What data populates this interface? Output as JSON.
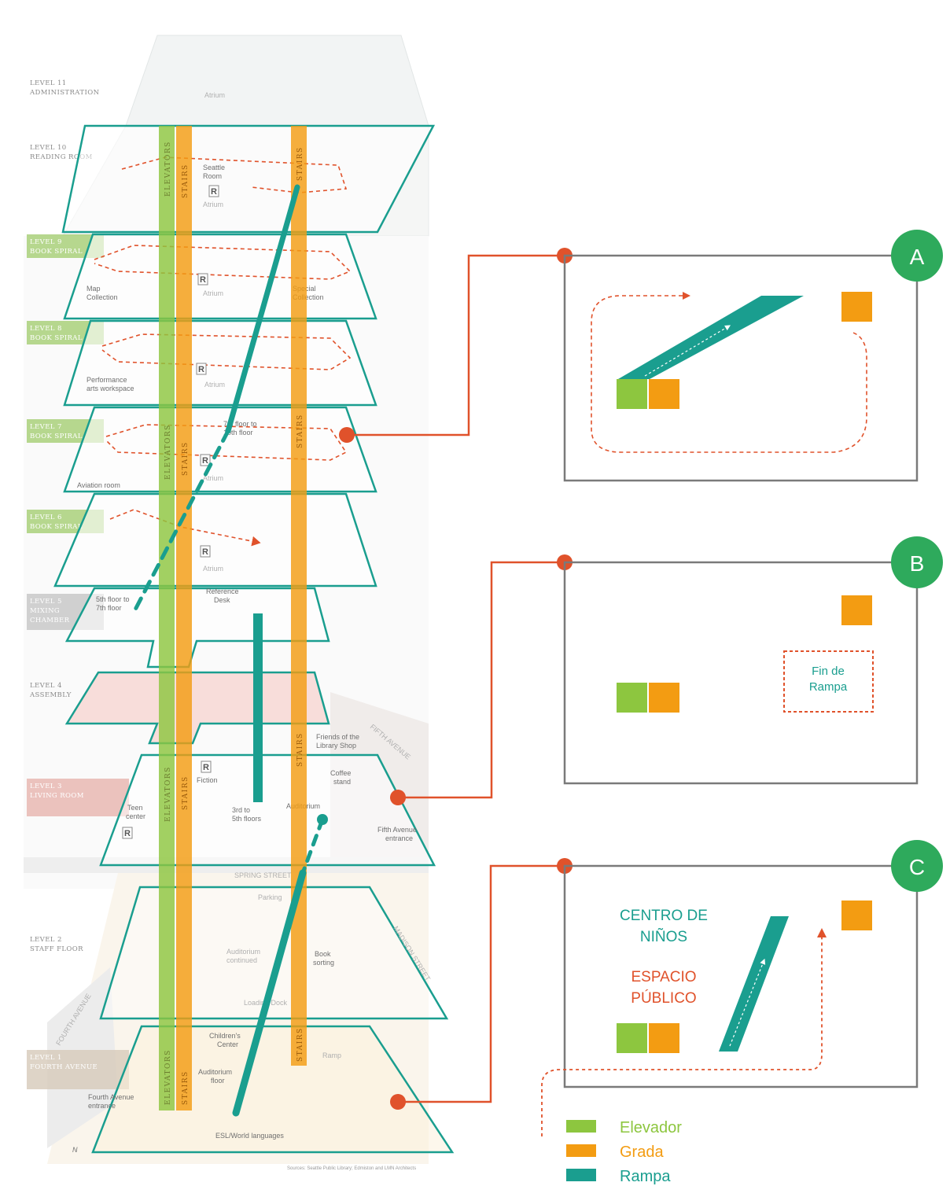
{
  "levels": [
    {
      "id": "l11",
      "line1": "LEVEL 11",
      "line2": "ADMINISTRATION"
    },
    {
      "id": "l10",
      "line1": "LEVEL 10",
      "line2": "READING ROOM"
    },
    {
      "id": "l9",
      "line1": "LEVEL 9",
      "line2": "BOOK SPIRAL"
    },
    {
      "id": "l8",
      "line1": "LEVEL 8",
      "line2": "BOOK SPIRAL"
    },
    {
      "id": "l7",
      "line1": "LEVEL 7",
      "line2": "BOOK SPIRAL"
    },
    {
      "id": "l6",
      "line1": "LEVEL 6",
      "line2": "BOOK SPIRAL"
    },
    {
      "id": "l5",
      "line1": "LEVEL 5",
      "line2": "MIXING",
      "line3": "CHAMBER"
    },
    {
      "id": "l4",
      "line1": "LEVEL 4",
      "line2": "ASSEMBLY"
    },
    {
      "id": "l3",
      "line1": "LEVEL 3",
      "line2": "LIVING ROOM"
    },
    {
      "id": "l2",
      "line1": "LEVEL 2",
      "line2": "STAFF FLOOR"
    },
    {
      "id": "l1",
      "line1": "LEVEL 1",
      "line2": "FOURTH AVENUE"
    }
  ],
  "floor_labels": {
    "atrium": "Atrium",
    "seattle_room": "Seattle",
    "seattle_room_2": "Room",
    "map_collection": "Map",
    "map_collection_2": "Collection",
    "special_collection": "Special",
    "special_collection_2": "Collection",
    "performance": "Performance",
    "performance_2": "arts workspace",
    "aviation": "Aviation room",
    "floor7to10": "7th floor to",
    "floor7to10_2": "10th floor",
    "floor5to7": "5th floor to",
    "floor5to7_2": "7th floor",
    "reference": "Reference",
    "reference_2": "Desk",
    "friends": "Friends of the",
    "friends_2": "Library Shop",
    "coffee": "Coffee",
    "coffee_2": "stand",
    "fiction": "Fiction",
    "teen": "Teen",
    "teen_2": "center",
    "floor3to5": "3rd to",
    "floor3to5_2": "5th floors",
    "auditorium": "Auditorium",
    "fifth_entrance": "Fifth Avenue",
    "fifth_entrance_2": "entrance",
    "spring_street": "SPRING STREET",
    "parking": "Parking",
    "fifth_avenue": "FIFTH AVENUE",
    "madison": "MADISON STREET",
    "fourth_avenue_street": "FOURTH AVENUE",
    "auditorium_cont": "Auditorium",
    "auditorium_cont_2": "continued",
    "book_sorting": "Book",
    "book_sorting_2": "sorting",
    "loading": "Loading Dock",
    "children": "Children's",
    "children_2": "Center",
    "auditorium_floor": "Auditorium",
    "auditorium_floor_2": "floor",
    "fourth_entrance": "Fourth Avenue",
    "fourth_entrance_2": "entrance",
    "esl": "ESL/World languages",
    "ramp": "Ramp",
    "elevators": "ELEVATORS",
    "stairs": "STAIRS",
    "source": "Sources: Seattle Public Library; Edmiston and LMN Architects",
    "north": "N"
  },
  "insets": {
    "a": {
      "badge": "A"
    },
    "b": {
      "badge": "B",
      "fin_line1": "Fin de",
      "fin_line2": "Rampa"
    },
    "c": {
      "badge": "C",
      "centro_line1": "CENTRO DE",
      "centro_line2": "NIÑOS",
      "espacio_line1": "ESPACIO",
      "espacio_line2": "PÚBLICO"
    }
  },
  "legend": [
    {
      "label": "Elevador",
      "color": "#8dc63f"
    },
    {
      "label": "Grada",
      "color": "#f39c12"
    },
    {
      "label": "Rampa",
      "color": "#1a9e8f"
    }
  ],
  "colors": {
    "elevator": "#8dc63f",
    "stair": "#f39c12",
    "ramp": "#1a9e8f",
    "floor_outline": "#1a9e8f",
    "connector": "#e0522b",
    "badge": "#2eaa5c",
    "box": "#7a7a7a",
    "teal_text": "#1a9e8f",
    "red_text": "#e0522b"
  }
}
